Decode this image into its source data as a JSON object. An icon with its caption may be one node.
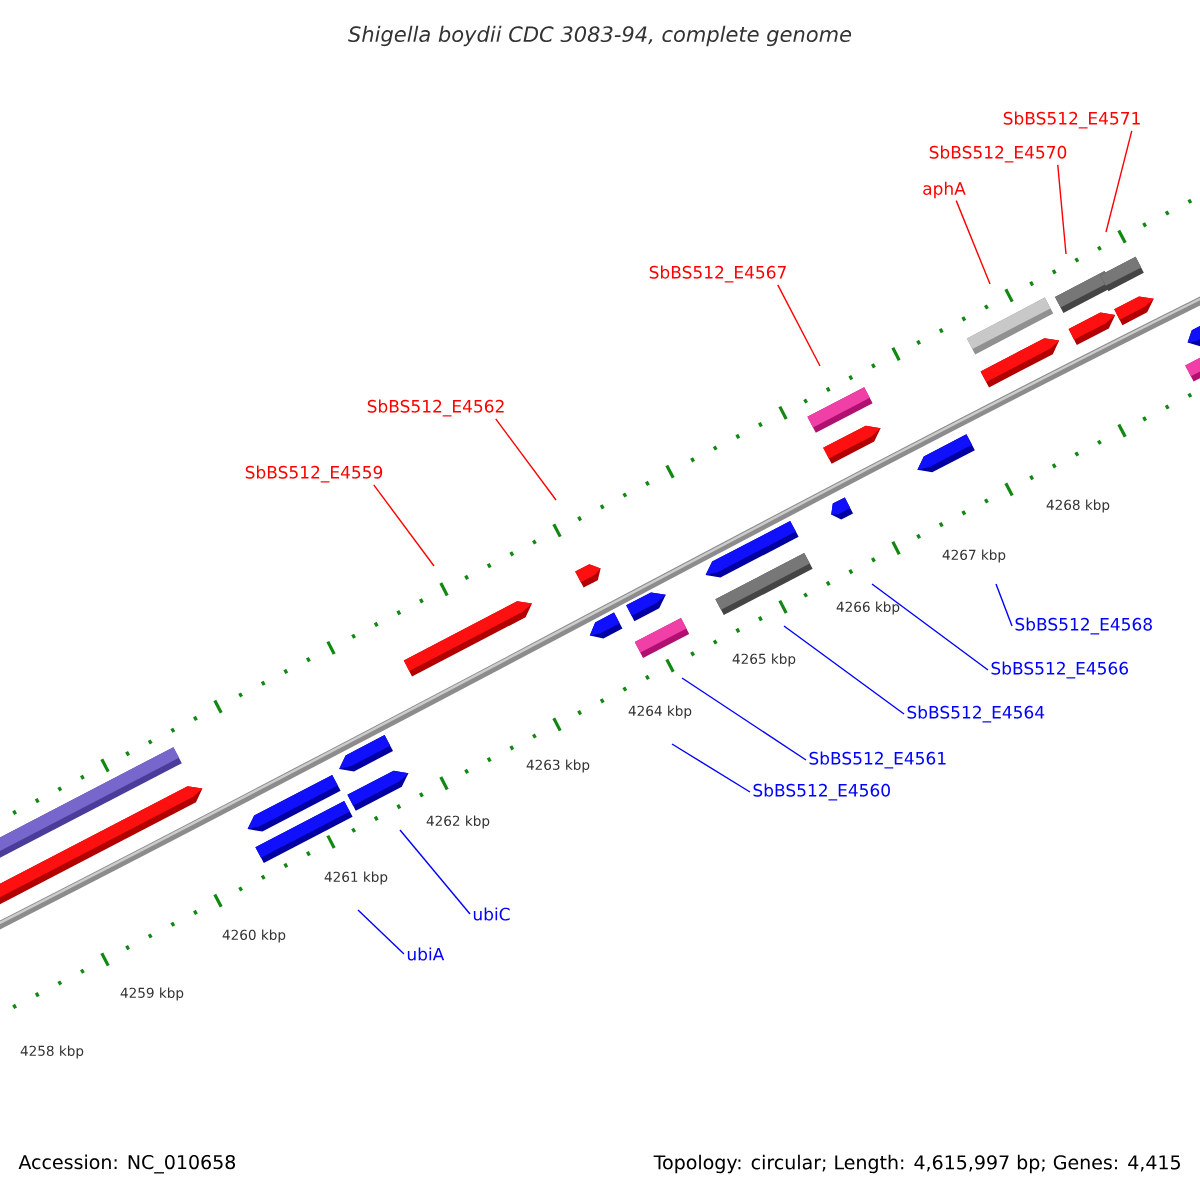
{
  "diagram": {
    "title": "*Shigella boydii* CDC 3083-94, complete genome",
    "nodes": [
      {
        "text": [
          "SbBS512_E4571"
        ]
      },
      {
        "text": [
          "SbBS512_E4570"
        ]
      },
      {
        "text": [
          "aphA"
        ]
      },
      {
        "text": [
          "SbBS512_E4567"
        ]
      },
      {
        "text": [
          "SbBS512_E4562"
        ]
      },
      {
        "text": [
          "SbBS512_E4559"
        ]
      },
      {
        "text": [
          "SbBS512_E4568"
        ]
      },
      {
        "text": [
          "SbBS512_E4566"
        ]
      },
      {
        "text": [
          "SbBS512_E4564"
        ]
      },
      {
        "text": [
          "SbBS512_E4561"
        ]
      },
      {
        "text": [
          "SbBS512_E4560"
        ]
      },
      {
        "text": [
          "ubiC"
        ]
      },
      {
        "text": [
          "ubiA"
        ]
      }
    ],
    "edges": [
      {
        "from": 0,
        "to": null,
        "arrow": "none",
        "color": "#ff0000"
      },
      {
        "from": 1,
        "to": null,
        "arrow": "none",
        "color": "#ff0000"
      },
      {
        "from": 2,
        "to": null,
        "arrow": "none",
        "color": "#ff0000"
      },
      {
        "from": 3,
        "to": null,
        "arrow": "none",
        "color": "#ff0000"
      },
      {
        "from": 4,
        "to": null,
        "arrow": "none",
        "color": "#ff0000"
      },
      {
        "from": 5,
        "to": null,
        "arrow": "none",
        "color": "#ff0000"
      },
      {
        "from": 6,
        "to": null,
        "arrow": "none"
      },
      {
        "from": 7,
        "to": null,
        "arrow": "none"
      },
      {
        "from": 8,
        "to": null,
        "arrow": "none"
      },
      {
        "from": 9,
        "to": null,
        "arrow": "none"
      },
      {
        "from": 10,
        "to": null,
        "arrow": "none"
      },
      {
        "from": 11,
        "to": null,
        "arrow": "none"
      },
      {
        "from": 12,
        "to": null,
        "arrow": "none"
      }
    ],
    "labels": [
      "4268 kbp",
      "4267 kbp",
      "4266 kbp",
      "4265 kbp",
      "4264 kbp",
      "4263 kbp",
      "4262 kbp",
      "4261 kbp",
      "4260 kbp",
      "4259 kbp",
      "4258 kbp",
      "Accession: NC_010658",
      "Topology: circular; Length: 4,615,997 bp; Genes: 4,415"
    ]
  }
}
